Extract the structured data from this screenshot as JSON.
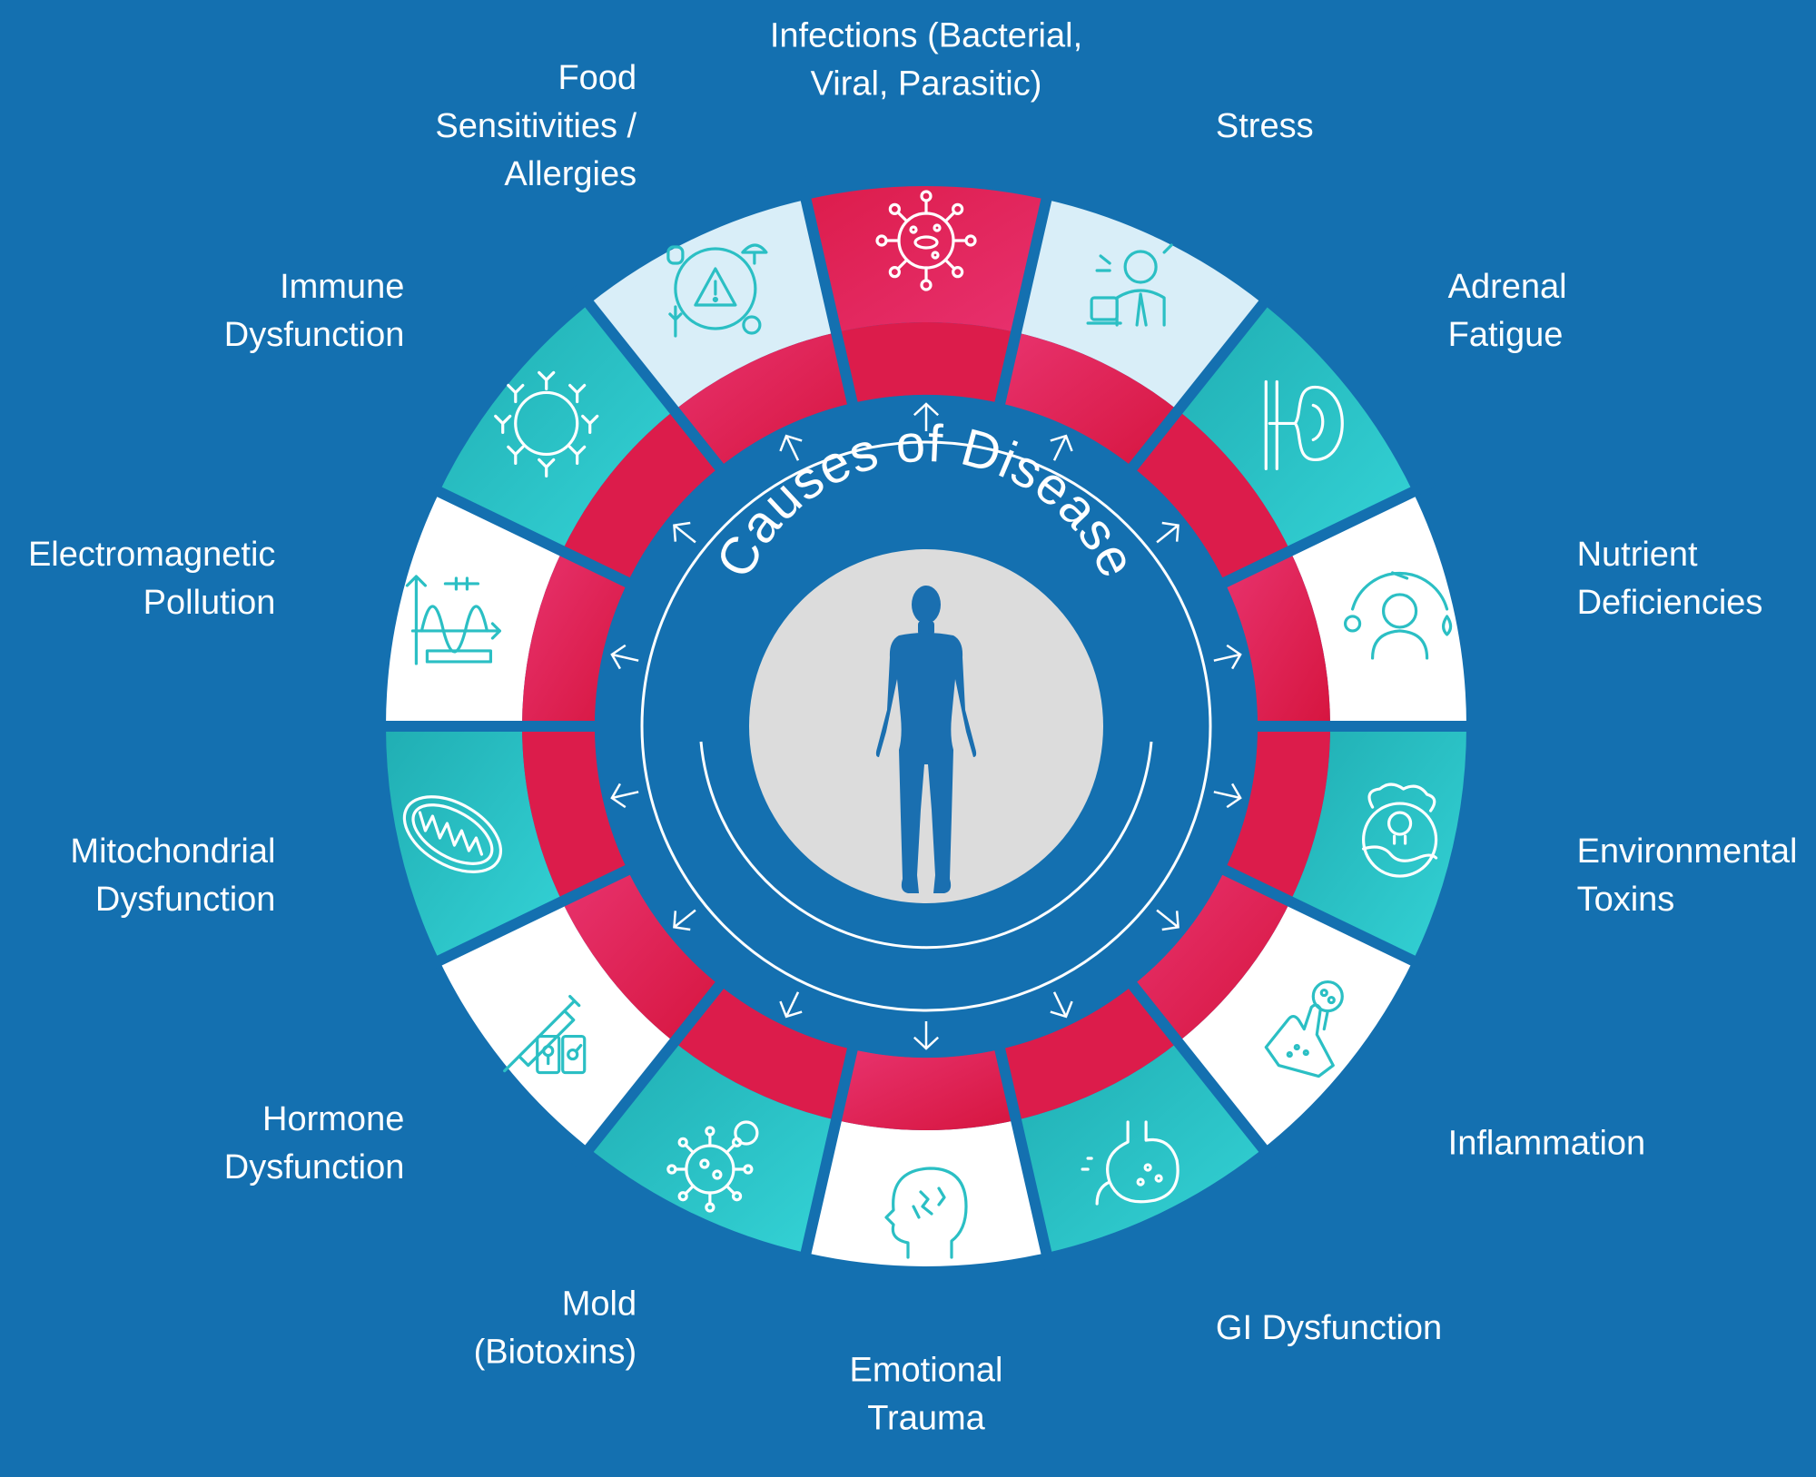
{
  "title": "Causes of Disease",
  "colors": {
    "background": "#1470b0",
    "ring_red": "#dc1c4b",
    "ring_red_light": "#e83470",
    "teal": "#2ec5c9",
    "teal_dark": "#21b0b6",
    "light_tile": "#d9eef8",
    "white_tile": "#ffffff",
    "center_circle": "#dcdcdc",
    "silhouette": "#1a6fb0"
  },
  "causes": [
    {
      "label": "Infections (Bacterial, Viral, Parasitic)",
      "lines": [
        "Infections (Bacterial,",
        "Viral, Parasitic)"
      ],
      "icon": "virus-icon"
    },
    {
      "label": "Stress",
      "lines": [
        "Stress"
      ],
      "icon": "stressed-person-icon"
    },
    {
      "label": "Adrenal Fatigue",
      "lines": [
        "Adrenal",
        "Fatigue"
      ],
      "icon": "kidney-icon"
    },
    {
      "label": "Nutrient Deficiencies",
      "lines": [
        "Nutrient",
        "Deficiencies"
      ],
      "icon": "nutrition-person-icon"
    },
    {
      "label": "Environmental Toxins",
      "lines": [
        "Environmental",
        "Toxins"
      ],
      "icon": "toxic-planet-icon"
    },
    {
      "label": "Inflammation",
      "lines": [
        "Inflammation"
      ],
      "icon": "inflamed-hand-icon"
    },
    {
      "label": "GI Dysfunction",
      "lines": [
        "GI Dysfunction"
      ],
      "icon": "stomach-icon"
    },
    {
      "label": "Emotional Trauma",
      "lines": [
        "Emotional",
        "Trauma"
      ],
      "icon": "head-trauma-icon"
    },
    {
      "label": "Mold (Biotoxins)",
      "lines": [
        "Mold",
        "(Biotoxins)"
      ],
      "icon": "mold-spore-icon"
    },
    {
      "label": "Hormone Dysfunction",
      "lines": [
        "Hormone",
        "Dysfunction"
      ],
      "icon": "hormone-syringe-icon"
    },
    {
      "label": "Mitochondrial Dysfunction",
      "lines": [
        "Mitochondrial",
        "Dysfunction"
      ],
      "icon": "mitochondria-icon"
    },
    {
      "label": "Electromagnetic Pollution",
      "lines": [
        "Electromagnetic",
        "Pollution"
      ],
      "icon": "electromagnetic-wave-icon"
    },
    {
      "label": "Immune Dysfunction",
      "lines": [
        "Immune",
        "Dysfunction"
      ],
      "icon": "antibody-ring-icon"
    },
    {
      "label": "Food Sensitivities / Allergies",
      "lines": [
        "Food",
        "Sensitivities /",
        "Allergies"
      ],
      "icon": "food-allergy-warning-icon"
    }
  ]
}
